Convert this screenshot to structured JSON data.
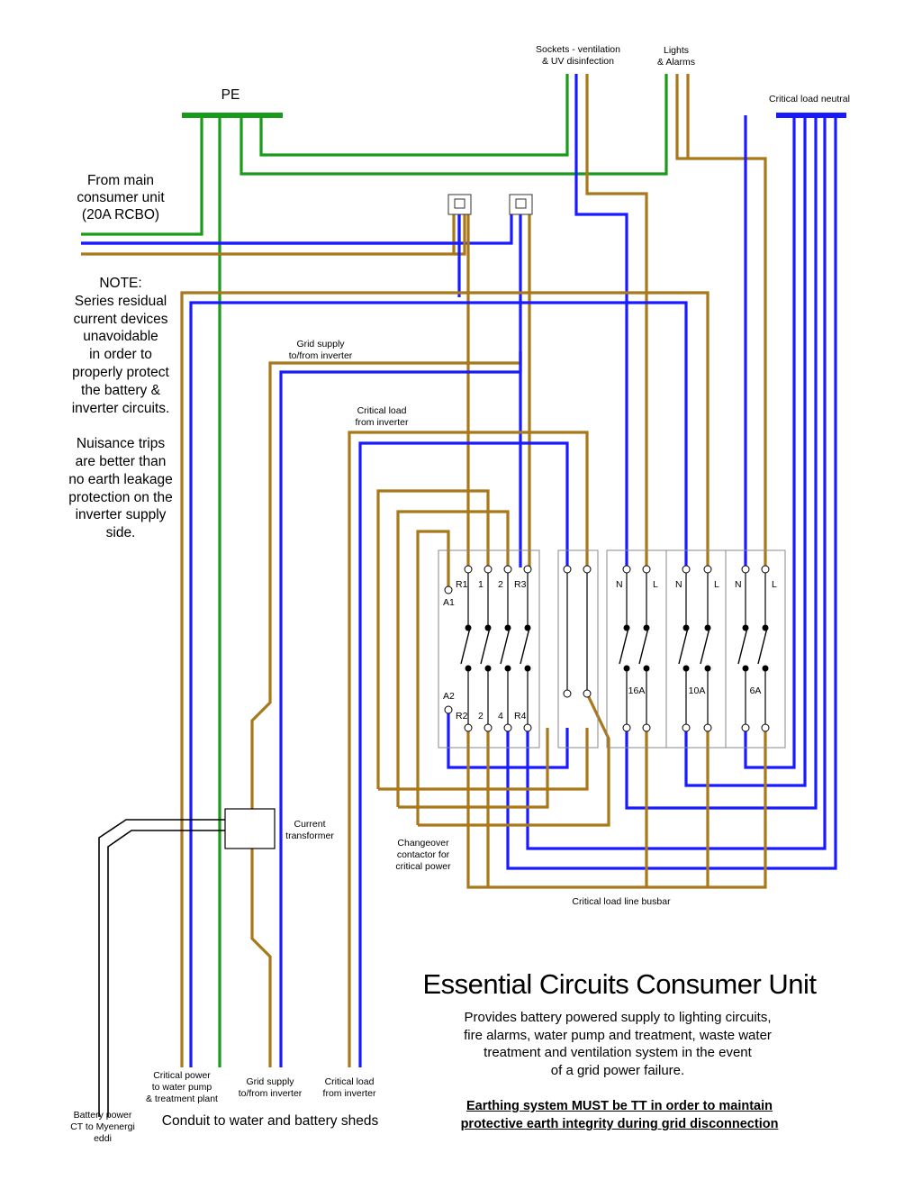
{
  "colors": {
    "earth_green": "#1a9a1a",
    "neutral_blue": "#1a1aff",
    "line_brown": "#a8781a",
    "ct_cable": "#000000",
    "panel_border": "#888888"
  },
  "labels": {
    "pe": "PE",
    "sockets": "Sockets - ventilation\n& UV disinfection",
    "lights": "Lights\n& Alarms",
    "critical_neutral": "Critical load neutral",
    "from_main": "From main\nconsumer unit\n(20A RCBO)",
    "note": "NOTE:\nSeries residual\ncurrent devices\nunavoidable\nin order to\nproperly protect\nthe battery &\ninverter circuits.\n\nNuisance trips\nare better than\nno earth leakage\nprotection on the\ninverter supply\nside.",
    "grid_supply_top": "Grid supply\nto/from inverter",
    "critical_from_inverter_top": "Critical load\nfrom inverter",
    "current_transformer": "Current\ntransformer",
    "changeover": "Changeover\ncontactor for\ncritical power",
    "busbar": "Critical load line busbar",
    "critical_pump": "Critical power\nto water pump\n& treatment plant",
    "grid_supply_bottom": "Grid supply\nto/from inverter",
    "critical_from_inverter_bottom": "Critical load\nfrom inverter",
    "battery_ct": "Battery power\nCT to Myenergi\neddi",
    "conduit": "Conduit to water and battery sheds"
  },
  "contactor": {
    "terminals_top": [
      "R1",
      "1",
      "2",
      "R3"
    ],
    "terminals_bottom": [
      "R2",
      "2",
      "4",
      "R4"
    ],
    "coil_top": "A1",
    "coil_bottom": "A2"
  },
  "breakers": [
    {
      "rating": "16A",
      "n": "N",
      "l": "L"
    },
    {
      "rating": "10A",
      "n": "N",
      "l": "L"
    },
    {
      "rating": "6A",
      "n": "N",
      "l": "L"
    }
  ],
  "title": "Essential Circuits Consumer Unit",
  "description": "Provides battery powered supply to lighting circuits,\nfire alarms, water pump and treatment, waste water\ntreatment and ventilation system in the event\nof a grid power failure.",
  "warning": "Earthing system MUST be TT in order to maintain\nprotective earth integrity during grid disconnection"
}
